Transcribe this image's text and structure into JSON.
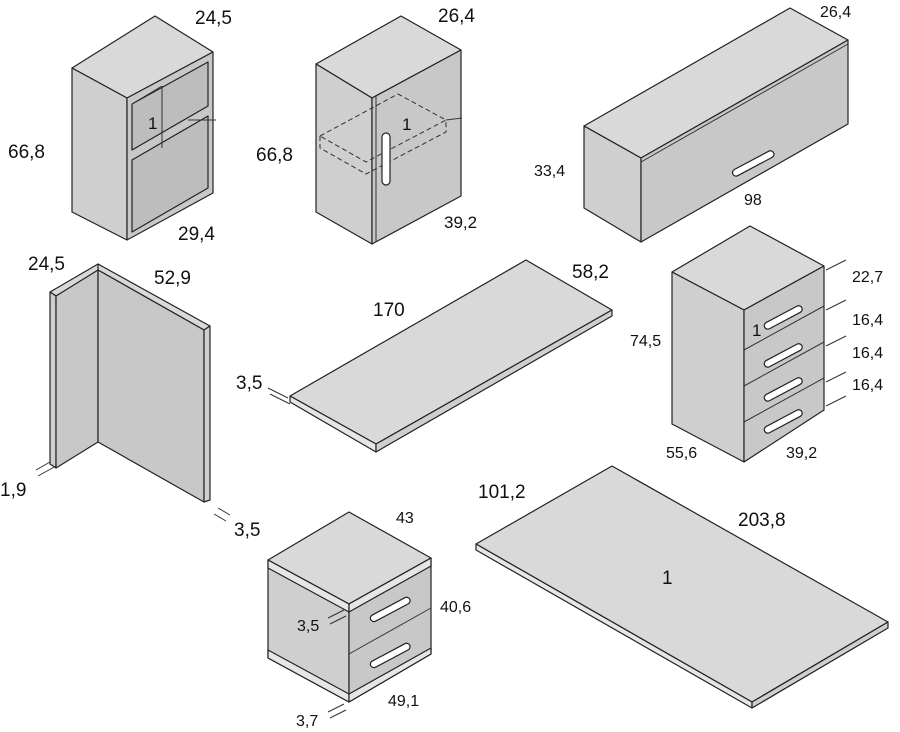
{
  "pieces": {
    "shelf_unit": {
      "depth": "24,5",
      "height": "66,8",
      "width": "29,4",
      "index": "1"
    },
    "door_cabinet": {
      "depth": "26,4",
      "height": "66,8",
      "width": "39,2",
      "index": "1"
    },
    "wall_unit": {
      "depth": "26,4",
      "height": "33,4",
      "width": "98"
    },
    "l_panel": {
      "depth": "24,5",
      "width": "52,9",
      "thickness_left": "1,9",
      "thickness_right": "3,5"
    },
    "long_top": {
      "length": "170",
      "depth": "58,2",
      "thickness": "3,5"
    },
    "drawer_chest": {
      "height": "74,5",
      "depth": "55,6",
      "width": "39,2",
      "index": "1",
      "drawers": [
        "22,7",
        "16,4",
        "16,4",
        "16,4"
      ]
    },
    "bedside": {
      "depth": "43",
      "height": "40,6",
      "strip": "3,5",
      "base": "3,7",
      "width": "49,1"
    },
    "desk_top": {
      "depth": "101,2",
      "length": "203,8",
      "index": "1"
    }
  }
}
